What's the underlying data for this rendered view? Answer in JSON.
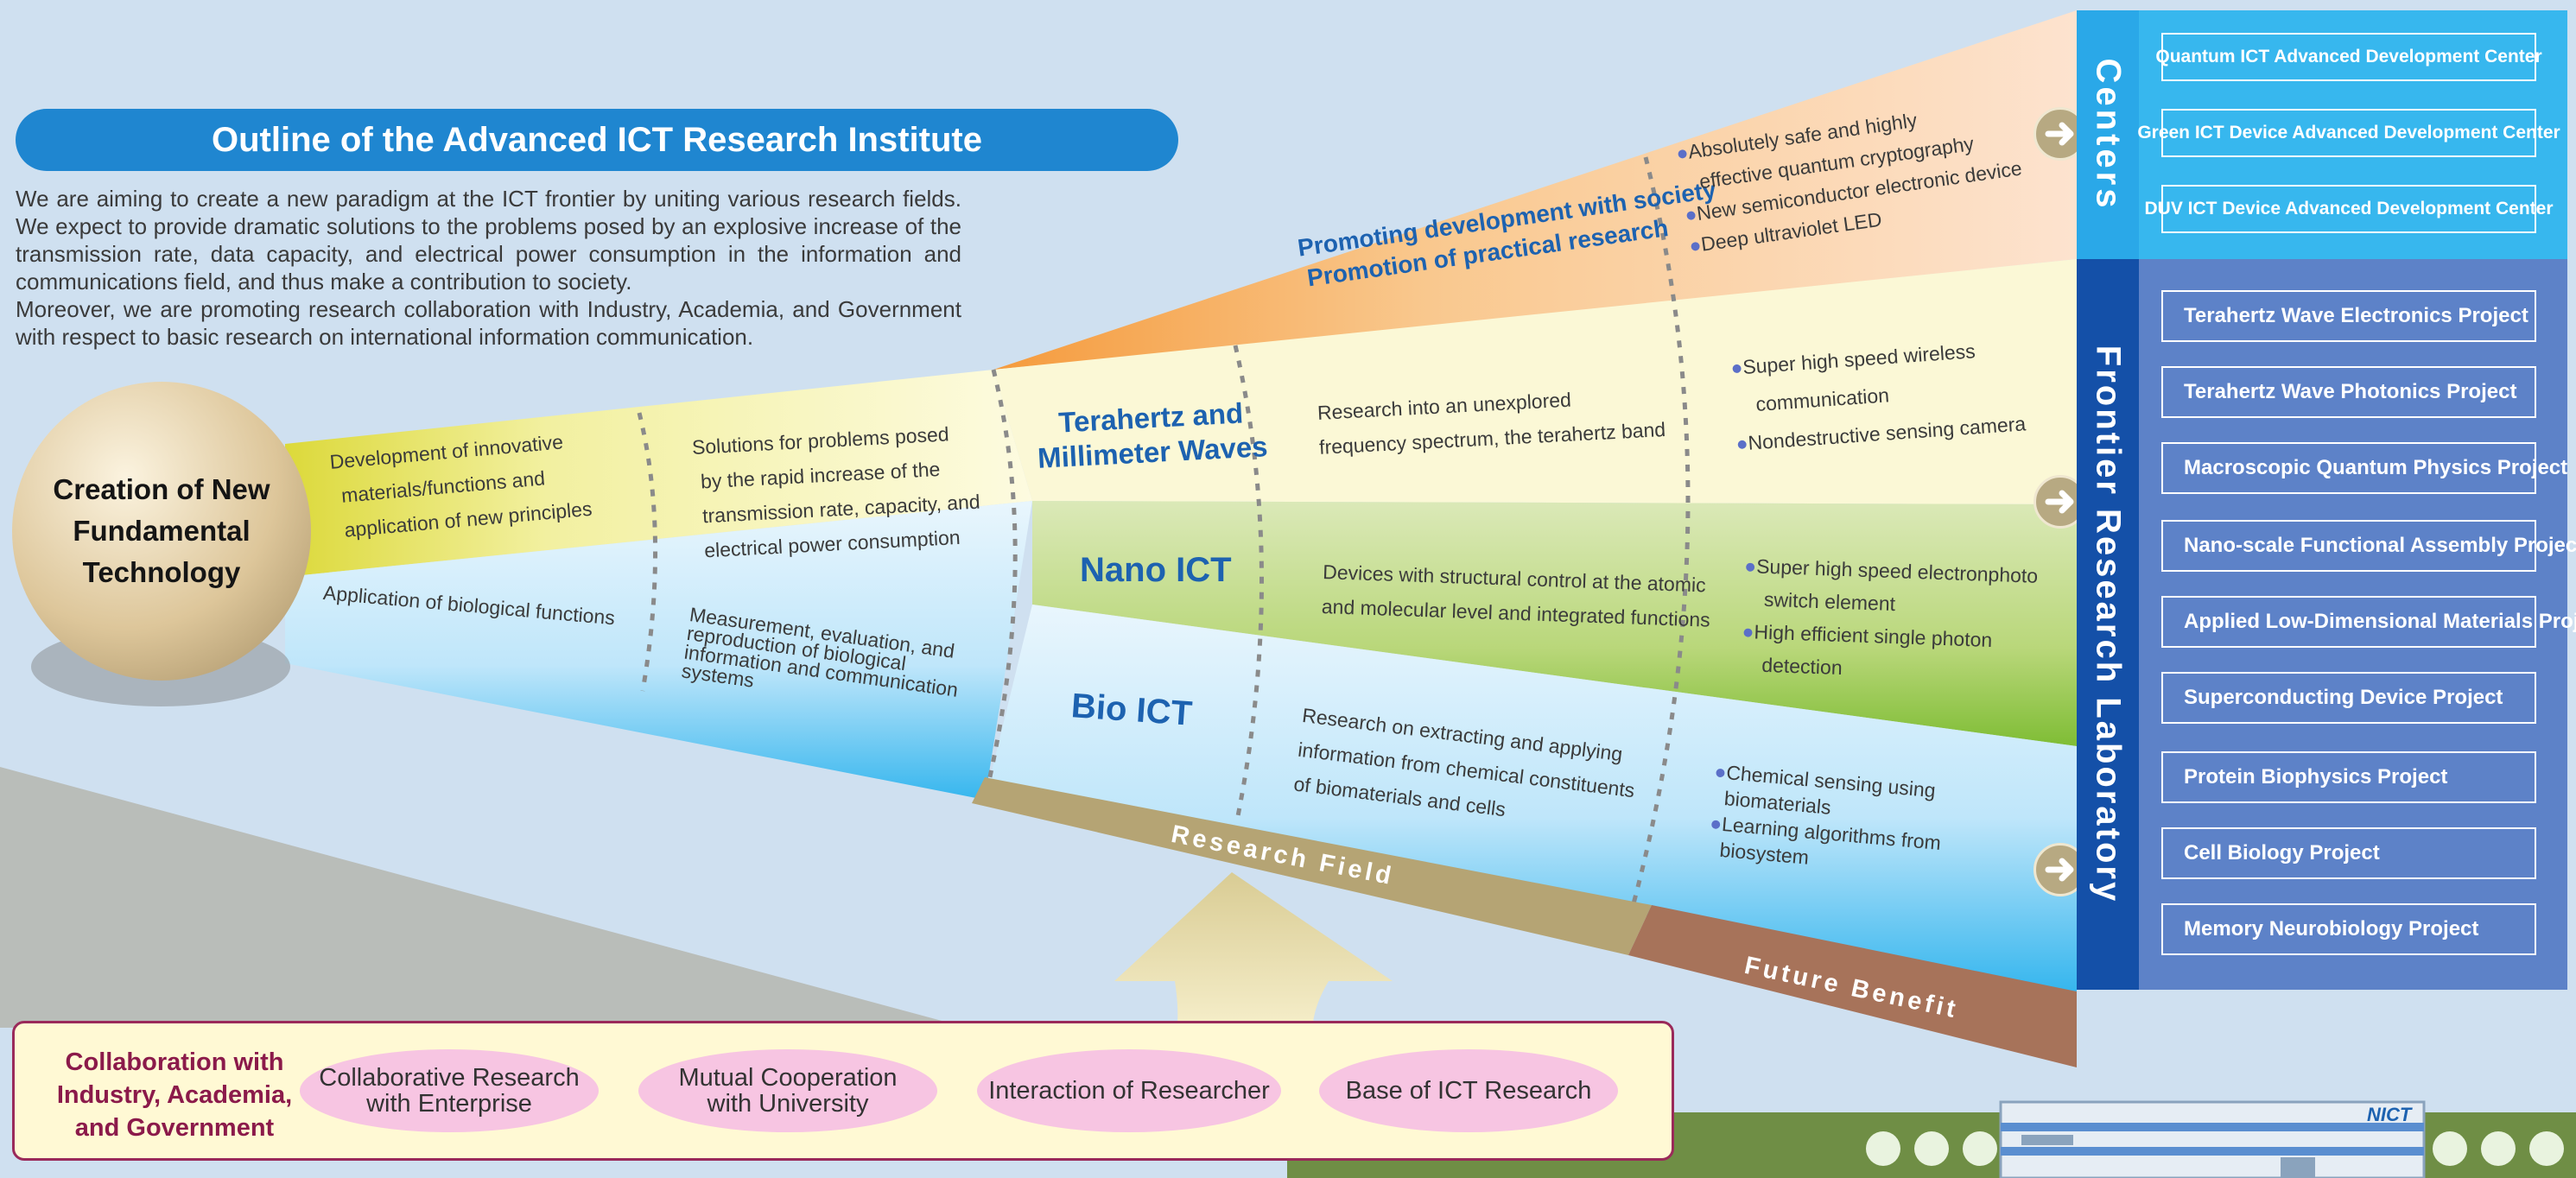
{
  "title": "Outline of the Advanced ICT Research Institute",
  "intro": [
    "We are aiming to create a new paradigm at the ICT frontier by uniting various research fields. We expect to provide dramatic solutions to the problems posed by an explosive increase of the transmission rate, data capacity, and electrical power consumption in the information and communications field, and thus make a contribution to society.",
    "Moreover, we are promoting research collaboration with Industry, Academia, and Government with respect to basic research on international information communication."
  ],
  "core": {
    "label": "Creation of New Fundamental Technology"
  },
  "left_labels": {
    "materials": [
      "Development of innovative",
      "materials/functions and",
      "application of new principles"
    ],
    "bio": "Application of biological functions",
    "solutions": [
      "Solutions for problems posed",
      "by the rapid increase of the",
      "transmission rate, capacity, and",
      "electrical power consumption"
    ],
    "measurement": [
      "Measurement, evaluation, and",
      "reproduction of biological",
      "information and communication",
      "systems"
    ]
  },
  "promo": [
    "Promoting development with society",
    "Promotion of practical research"
  ],
  "fields": {
    "terahertz": [
      "Terahertz and",
      "Millimeter Waves"
    ],
    "nano": "Nano ICT",
    "bio": "Bio ICT"
  },
  "field_desc": {
    "terahertz": [
      "Research into an unexplored",
      "frequency spectrum, the terahertz band"
    ],
    "nano": [
      "Devices with structural control at the atomic",
      "and molecular level and integrated functions"
    ],
    "bio": [
      "Research on extracting and applying",
      "information from chemical constituents",
      "of biomaterials and cells"
    ]
  },
  "benefits": {
    "centers": [
      "Absolutely safe and highly",
      "effective quantum cryptography",
      "New semiconductor electronic device",
      "Deep ultraviolet LED"
    ],
    "terahertz": [
      "Super high speed wireless",
      "communication",
      "Nondestructive sensing camera"
    ],
    "nano": [
      "Super high speed electronphoto",
      "switch element",
      "High efficient single photon",
      "detection"
    ],
    "bio": [
      "Chemical sensing using",
      "biomaterials",
      "Learning algorithms from",
      "biosystem"
    ]
  },
  "base_labels": {
    "research_field": "Research Field",
    "future_benefit": "Future Benefit"
  },
  "columns": {
    "centers": "Centers",
    "frontier": "Frontier Research Laboratory"
  },
  "centers": [
    "Quantum ICT Advanced Development Center",
    "Green ICT Device Advanced Development Center",
    "DUV ICT Device Advanced Development Center"
  ],
  "projects": [
    "Terahertz Wave Electronics Project",
    "Terahertz Wave Photonics Project",
    "Macroscopic Quantum Physics Project",
    "Nano-scale Functional Assembly Project",
    "Applied Low-Dimensional Materials Project",
    "Superconducting Device Project",
    "Protein Biophysics Project",
    "Cell Biology Project",
    "Memory Neurobiology Project"
  ],
  "collaboration": {
    "title": [
      "Collaboration with",
      "Industry, Academia,",
      "and Government"
    ],
    "items": [
      [
        "Collaborative Research",
        "with Enterprise"
      ],
      [
        "Mutual Cooperation",
        "with University"
      ],
      [
        "Interaction of Researcher"
      ],
      [
        "Base of ICT Research"
      ]
    ]
  },
  "building": {
    "logo": "NICT"
  },
  "colors": {
    "title_bar": "#1f86d0",
    "centers_panel": "#37b7ee",
    "frontier_panel": "#5d82c8",
    "frontier_column": "#1450a8",
    "field_text": "#1d62b0",
    "collab_border": "#9a2a5a"
  }
}
